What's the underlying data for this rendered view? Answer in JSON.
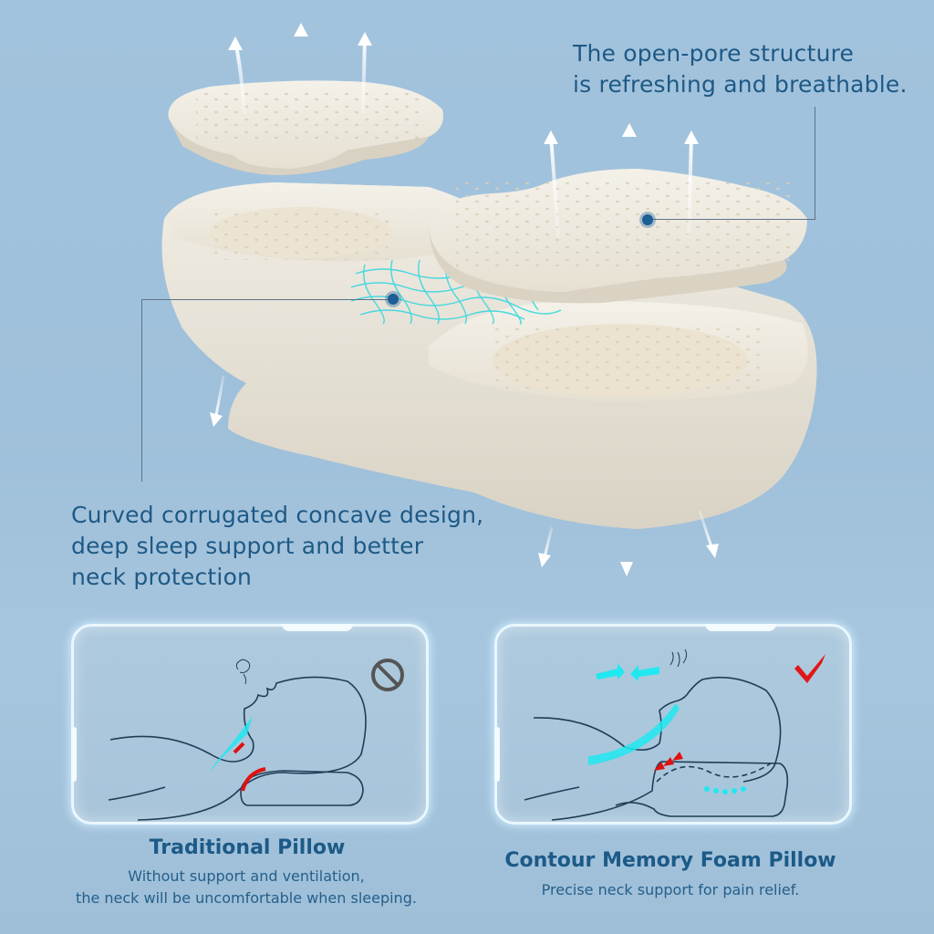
{
  "callouts": {
    "top_right": {
      "line1": "The open-pore structure",
      "line2": "is refreshing and breathable."
    },
    "middle_left": {
      "line1": "Curved corrugated concave design,",
      "line2": "deep sleep support and better",
      "line3": "neck protection"
    }
  },
  "comparison": {
    "traditional": {
      "title": "Traditional Pillow",
      "desc_line1": "Without support and ventilation,",
      "desc_line2": "the neck will be uncomfortable when sleeping.",
      "status_icon": "prohibited-icon"
    },
    "contour": {
      "title": "Contour Memory Foam Pillow",
      "desc_line1": "Precise neck support for pain relief.",
      "status_icon": "checkmark-icon"
    }
  },
  "colors": {
    "background": "#a2c3dd",
    "text_primary": "#1e5985",
    "foam": "#ece7db",
    "airflow": "#22e0f0",
    "pressure": "#e01010",
    "check": "#e01818",
    "prohibit": "#555555"
  }
}
